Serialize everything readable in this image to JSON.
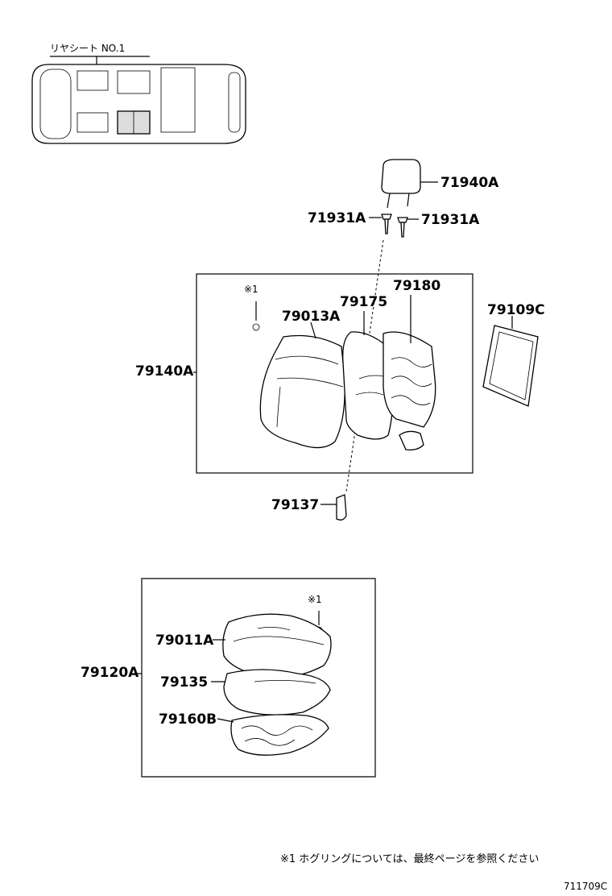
{
  "header": {
    "title": "リヤシート NO.1"
  },
  "labels": {
    "headrest": "71940A",
    "support_left": "71931A",
    "support_right": "71931A",
    "back_frame": "79180",
    "back_pad": "79175",
    "back_cover": "79013A",
    "back_board": "79109C",
    "back_assy": "79140A",
    "guide": "79137",
    "cushion_cover": "79011A",
    "cushion_assy": "79120A",
    "cushion_pad": "79135",
    "cushion_frame": "79160B"
  },
  "marks": {
    "hog_ring_back": "※1",
    "hog_ring_cushion": "※1"
  },
  "footer": {
    "note": "※1  ホグリングについては、最終ページを参照ください",
    "code": "711709C"
  }
}
